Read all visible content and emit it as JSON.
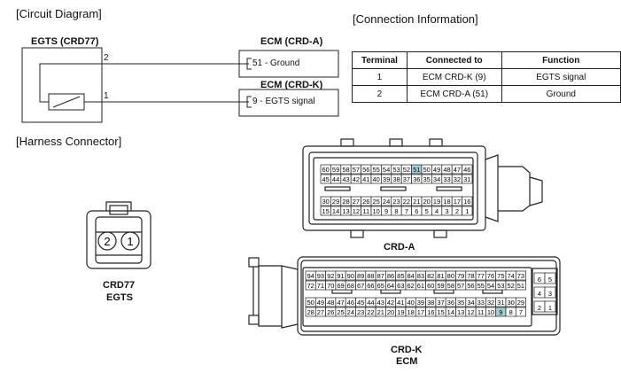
{
  "sections": {
    "circuit": "[Circuit Diagram]",
    "connection": "[Connection Information]",
    "harness": "[Harness Connector]"
  },
  "circuit": {
    "component": "EGTS (CRD77)",
    "ecm_a_label": "ECM (CRD-A)",
    "ecm_k_label": "ECM (CRD-K)",
    "pin2": "2",
    "pin1": "1",
    "ecm_a_pin": "51 - Ground",
    "ecm_k_pin": "9 - EGTS signal"
  },
  "table": {
    "headers": [
      "Terminal",
      "Connected to",
      "Function"
    ],
    "rows": [
      [
        "1",
        "ECM CRD-K (9)",
        "EGTS signal"
      ],
      [
        "2",
        "ECM CRD-A (51)",
        "Ground"
      ]
    ]
  },
  "connectors": {
    "crd77_pins": [
      "2",
      "1"
    ],
    "crd77_label": "CRD77",
    "crd77_sub": "EGTS",
    "crda_label": "CRD-A",
    "crdk_label": "CRD-K",
    "crdk_sub": "ECM",
    "crda_row1": [
      "60",
      "59",
      "58",
      "57",
      "56",
      "55",
      "54",
      "53",
      "52",
      "51",
      "50",
      "49",
      "48",
      "47",
      "46"
    ],
    "crda_row2": [
      "45",
      "44",
      "43",
      "42",
      "41",
      "40",
      "39",
      "38",
      "37",
      "36",
      "35",
      "34",
      "33",
      "32",
      "31"
    ],
    "crda_row3": [
      "30",
      "29",
      "28",
      "27",
      "26",
      "25",
      "24",
      "23",
      "22",
      "21",
      "20",
      "19",
      "18",
      "17",
      "16"
    ],
    "crda_row4": [
      "15",
      "14",
      "13",
      "12",
      "11",
      "10",
      "9",
      "8",
      "7",
      "6",
      "5",
      "4",
      "3",
      "2",
      "1"
    ],
    "crdk_row1": [
      "94",
      "93",
      "92",
      "91",
      "90",
      "89",
      "88",
      "87",
      "86",
      "85",
      "84",
      "83",
      "82",
      "81",
      "80",
      "79",
      "78",
      "77",
      "76",
      "75",
      "74",
      "73"
    ],
    "crdk_row2": [
      "72",
      "71",
      "70",
      "69",
      "68",
      "67",
      "66",
      "65",
      "64",
      "63",
      "62",
      "61",
      "60",
      "59",
      "58",
      "57",
      "56",
      "55",
      "54",
      "53",
      "52",
      "51"
    ],
    "crdk_row3": [
      "50",
      "49",
      "48",
      "47",
      "46",
      "45",
      "44",
      "43",
      "42",
      "41",
      "40",
      "39",
      "38",
      "37",
      "36",
      "35",
      "34",
      "33",
      "32",
      "31",
      "30",
      "29"
    ],
    "crdk_row4": [
      "28",
      "27",
      "26",
      "25",
      "24",
      "23",
      "22",
      "21",
      "20",
      "19",
      "18",
      "17",
      "16",
      "15",
      "14",
      "13",
      "12",
      "11",
      "10",
      "9",
      "8",
      "7"
    ],
    "crdk_side": [
      [
        "6",
        "5"
      ],
      [
        "4",
        "3"
      ],
      [
        "2",
        "1"
      ]
    ],
    "highlight_color": "#9fd3d4"
  }
}
